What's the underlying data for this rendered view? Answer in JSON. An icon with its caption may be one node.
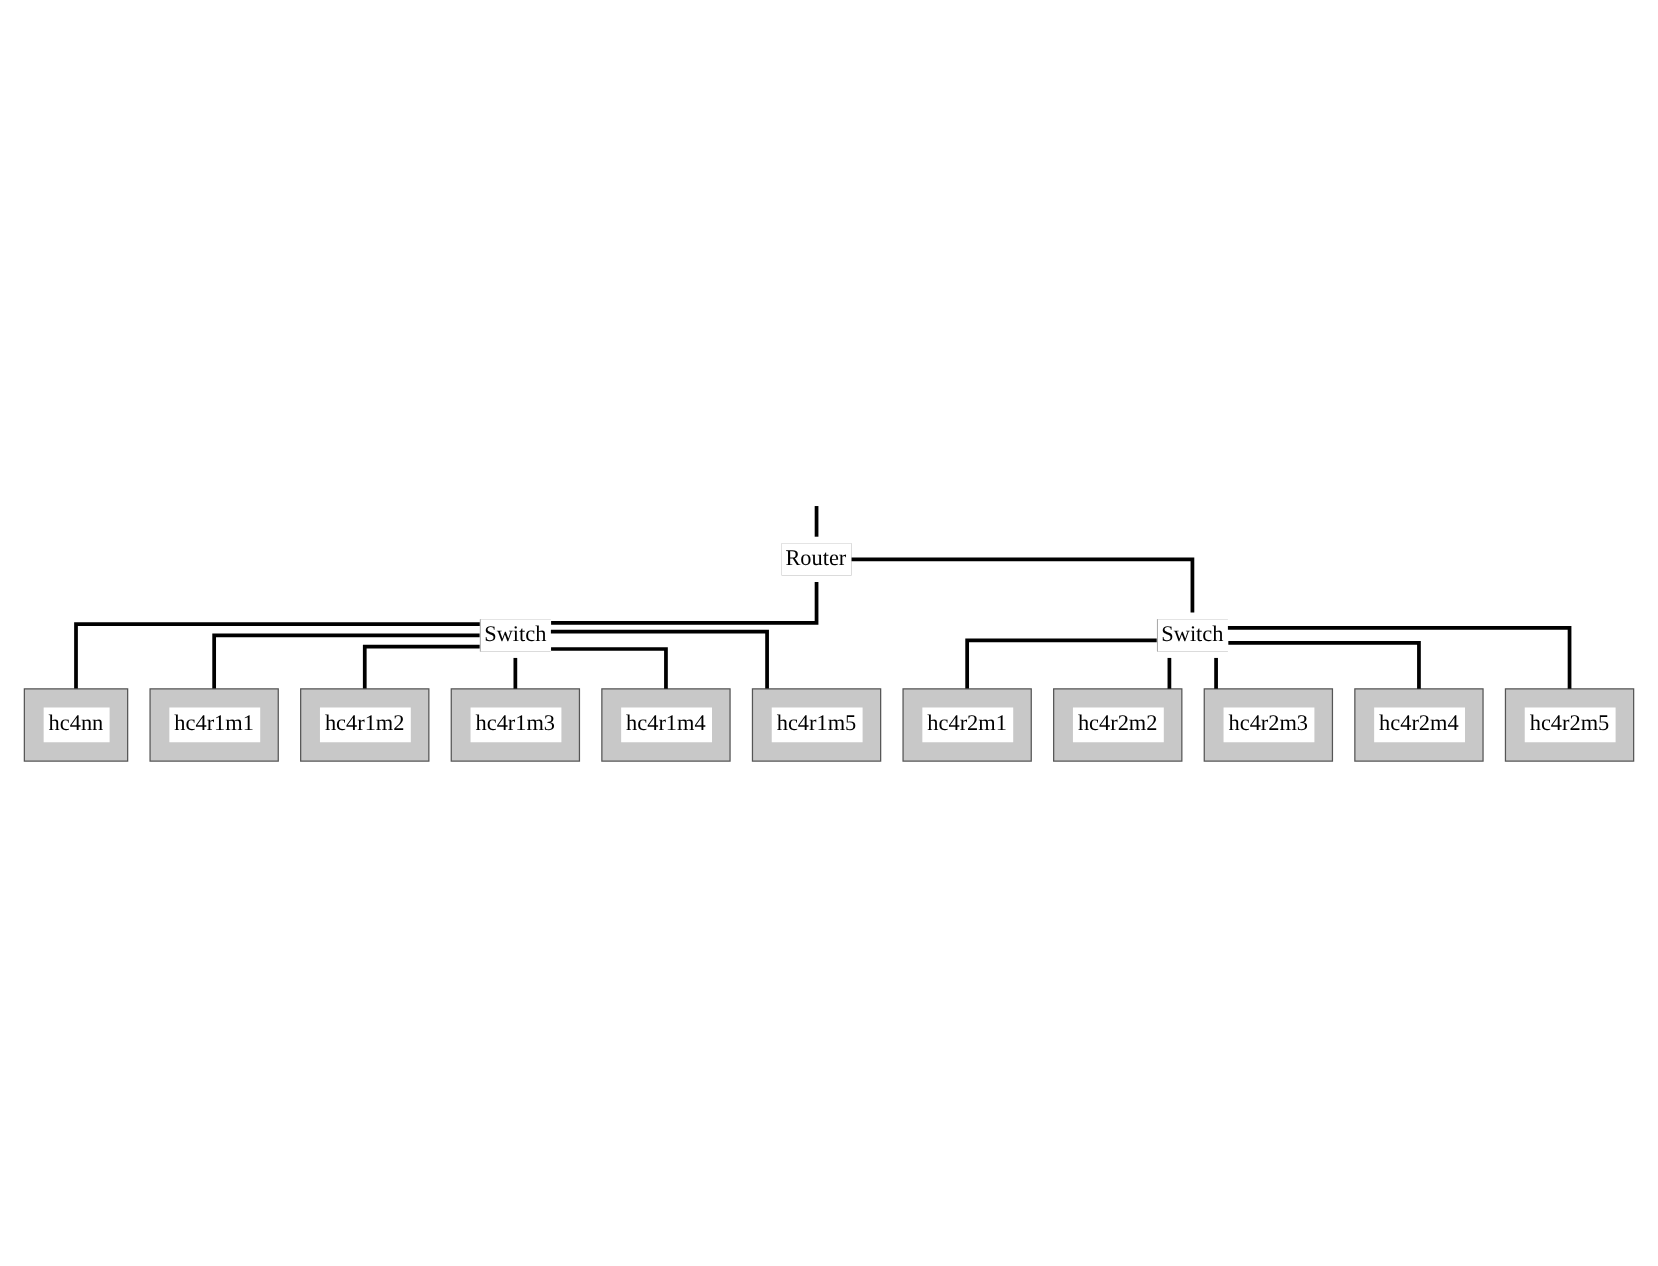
{
  "diagram": {
    "nodes": [
      {
        "text": [
          "Router"
        ]
      },
      {
        "text": [
          "Switch"
        ]
      },
      {
        "text": [
          "Switch"
        ]
      },
      {
        "text": [
          "hc4nn"
        ]
      },
      {
        "text": [
          "hc4r1m1"
        ]
      },
      {
        "text": [
          "hc4r1m2"
        ]
      },
      {
        "text": [
          "hc4r1m3"
        ]
      },
      {
        "text": [
          "hc4r1m4"
        ]
      },
      {
        "text": [
          "hc4r1m5"
        ]
      },
      {
        "text": [
          "hc4r2m1"
        ]
      },
      {
        "text": [
          "hc4r2m2"
        ]
      },
      {
        "text": [
          "hc4r2m3"
        ]
      },
      {
        "text": [
          "hc4r2m4"
        ]
      },
      {
        "text": [
          "hc4r2m5"
        ]
      }
    ],
    "edges": [
      {
        "from": null,
        "to": 0,
        "arrow": "none"
      },
      {
        "from": 0,
        "to": 1,
        "arrow": "none"
      },
      {
        "from": 0,
        "to": 2,
        "arrow": "none"
      },
      {
        "from": 1,
        "to": 3,
        "arrow": "none"
      },
      {
        "from": 1,
        "to": 4,
        "arrow": "none"
      },
      {
        "from": 1,
        "to": 5,
        "arrow": "none"
      },
      {
        "from": 1,
        "to": 6,
        "arrow": "none"
      },
      {
        "from": 1,
        "to": 7,
        "arrow": "none"
      },
      {
        "from": 1,
        "to": 8,
        "arrow": "none"
      },
      {
        "from": 2,
        "to": 9,
        "arrow": "none"
      },
      {
        "from": 2,
        "to": 10,
        "arrow": "none"
      },
      {
        "from": 2,
        "to": 11,
        "arrow": "none"
      },
      {
        "from": 2,
        "to": 12,
        "arrow": "none"
      },
      {
        "from": 2,
        "to": 13,
        "arrow": "none"
      }
    ]
  }
}
